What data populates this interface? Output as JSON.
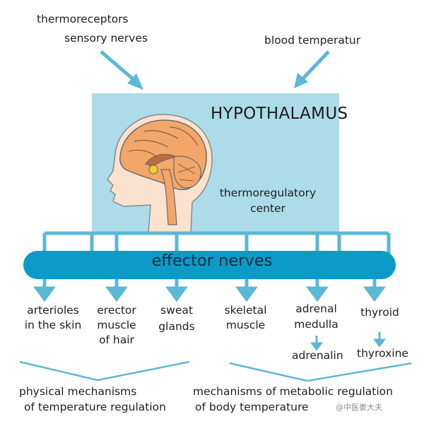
{
  "diagram": {
    "inputs": {
      "left_line1": "thermoreceptors",
      "left_line2": "sensory nerves",
      "right": "blood temperatur"
    },
    "center": {
      "title": "HYPOTHALAMUS",
      "subtitle_line1": "thermoregulatory",
      "subtitle_line2": "center"
    },
    "bar_label": "effector nerves",
    "effectors": [
      {
        "line1": "arterioles",
        "line2": "in the  skin",
        "line3": ""
      },
      {
        "line1": "erector",
        "line2": "muscle",
        "line3": "of hair"
      },
      {
        "line1": "sweat",
        "line2": "glands",
        "line3": ""
      },
      {
        "line1": "skeletal",
        "line2": "muscle",
        "line3": ""
      },
      {
        "line1": "adrenal",
        "line2": "medulla",
        "line3": ""
      },
      {
        "line1": "thyroid",
        "line2": "",
        "line3": ""
      }
    ],
    "products": {
      "adrenal": "adrenalin",
      "thyroid": "thyroxine"
    },
    "groups": {
      "physical_line1": "physical mechanisms",
      "physical_line2": "of temperature regulation",
      "metabolic_line1": "mechanisms of metabolic regulation",
      "metabolic_line2": "of body temperature"
    },
    "watermark": "@中医娄大夫",
    "colors": {
      "arrow": "#5bb8d6",
      "box": "#acdbe9",
      "bar": "#0c9ac9",
      "brain": "#f2a66a",
      "face": "#fbe2cf"
    }
  }
}
